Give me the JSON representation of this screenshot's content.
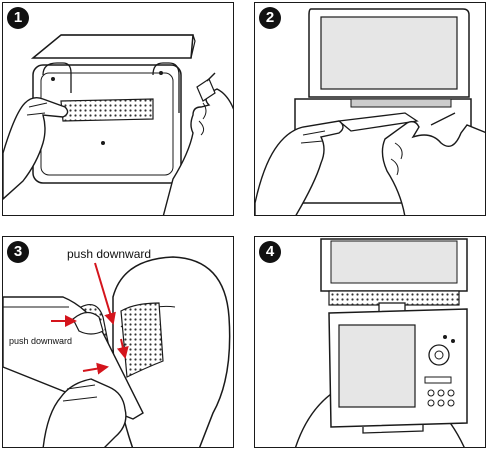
{
  "steps": [
    {
      "number": "1"
    },
    {
      "number": "2"
    },
    {
      "number": "3",
      "labels": [
        "push downward",
        "push downward"
      ]
    },
    {
      "number": "4"
    }
  ],
  "colors": {
    "line": "#1a1a1a",
    "arrow": "#d4141c",
    "strap": "#cfcfcf",
    "screen": "#e6e6e6"
  }
}
